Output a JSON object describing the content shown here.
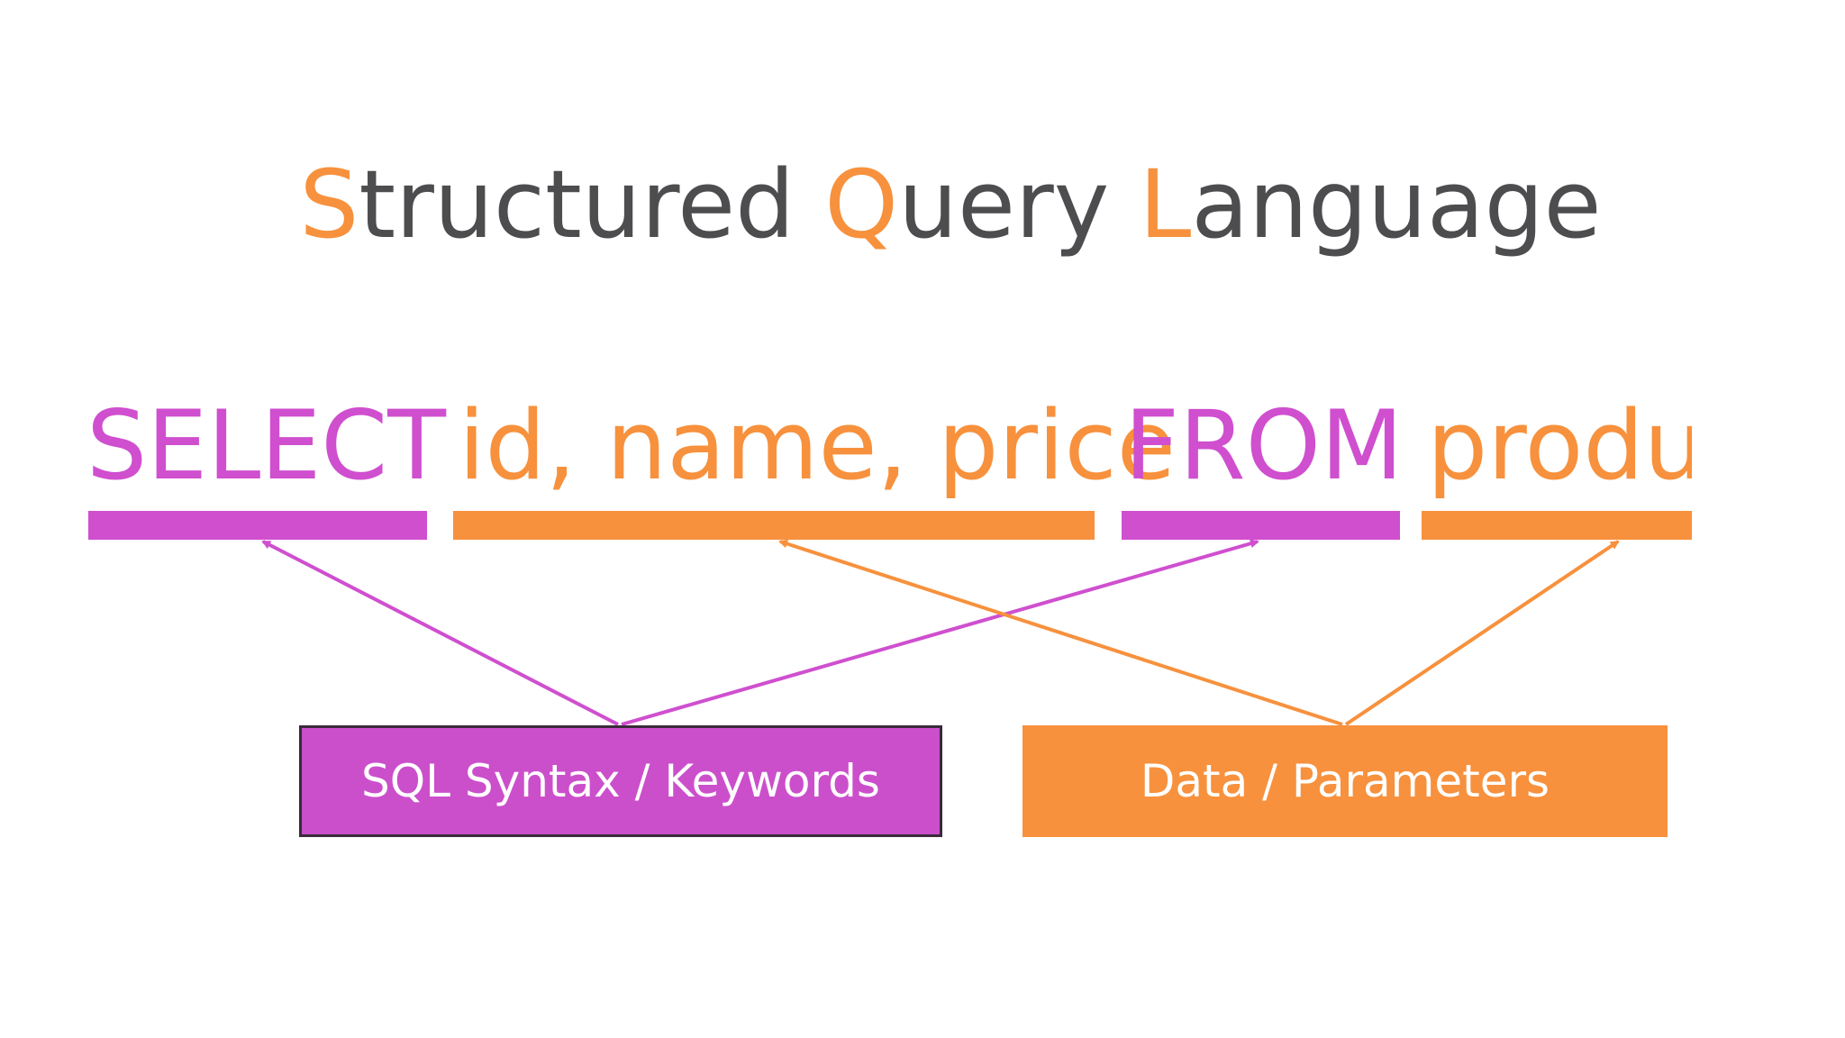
{
  "title": {
    "initial_1": "S",
    "rest_1": "tructured ",
    "initial_2": "Q",
    "rest_2": "uery ",
    "initial_3": "L",
    "rest_3": "anguage"
  },
  "query": {
    "tokens": [
      {
        "text": "SELECT",
        "kind": "keyword"
      },
      {
        "text": "id, name, price",
        "kind": "data"
      },
      {
        "text": "FROM",
        "kind": "keyword"
      },
      {
        "text": "products",
        "kind": "data"
      }
    ]
  },
  "labels": {
    "keywords_box": "SQL Syntax / Keywords",
    "data_box": "Data / Parameters"
  },
  "colors": {
    "keyword": "#cf4fcf",
    "data": "#f7913d",
    "title_text": "#4d4d4f"
  }
}
